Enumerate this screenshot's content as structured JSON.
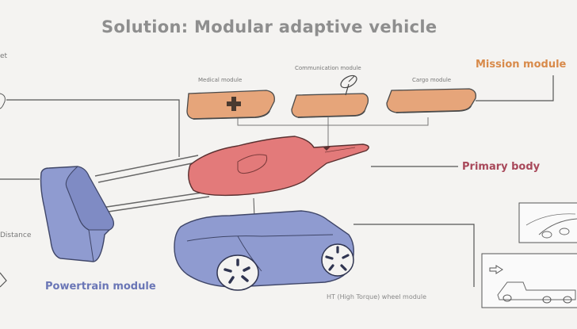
{
  "title": "Solution: Modular adaptive vehicle",
  "labels": {
    "mission_module": "Mission module",
    "medical_module": "Medical module",
    "communication_module": "Communication module",
    "cargo_module": "Cargo module",
    "primary_body": "Primary body",
    "powertrain_module": "Powertrain module",
    "wheel_module": "HT (High Torque) wheel module",
    "left_top_fragment": "et",
    "left_distance": "Distance"
  },
  "colors": {
    "mission": "#d88a4a",
    "mission_fill": "#e6a57a",
    "primary": "#a8485a",
    "primary_fill": "#e37a7a",
    "powertrain": "#6a76b6",
    "powertrain_fill": "#8f9bd0",
    "title": "#8e8e8e"
  }
}
